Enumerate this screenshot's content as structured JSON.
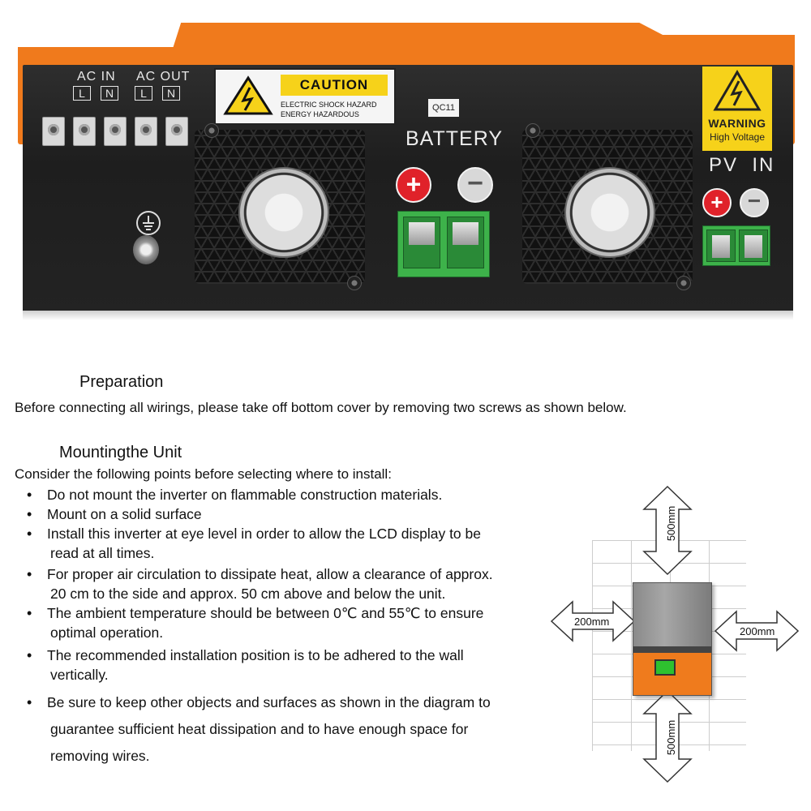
{
  "photo": {
    "ac_in_label": "AC IN",
    "ac_out_label": "AC OUT",
    "ac_in_terminals": [
      "L",
      "N"
    ],
    "ac_out_terminals": [
      "L",
      "N"
    ],
    "caution_title": "CAUTION",
    "caution_line1": "ELECTRIC SHOCK HAZARD",
    "caution_line2": "ENERGY HAZARDOUS",
    "qc_tag": "QC11",
    "battery_label": "BATTERY",
    "warning_title": "WARNING",
    "warning_subtitle": "High Voltage",
    "pv_in_label": "PV  IN",
    "colors": {
      "housing_orange": "#f07a1c",
      "panel": "#232323",
      "terminal_green": "#3db24a",
      "positive_red": "#e0222a",
      "warning_yellow": "#f6d21a"
    }
  },
  "preparation": {
    "heading": "Preparation",
    "text": "Before connecting all wirings, please take off bottom cover by removing two screws as shown below."
  },
  "mounting": {
    "heading": "Mountingthe Unit",
    "intro": "Consider the following points before selecting where to install:",
    "bullets": [
      {
        "line1": "Do not mount the inverter on flammable construction materials.",
        "line2": ""
      },
      {
        "line1": "Mount on a solid surface",
        "line2": ""
      },
      {
        "line1": "Install this inverter at eye level in order to allow the LCD display to be",
        "line2": "read at all times."
      },
      {
        "line1": "For proper air circulation to dissipate heat, allow a clearance of approx.",
        "line2": "20 cm to the side and approx. 50 cm above and below the unit."
      },
      {
        "line1": "The ambient temperature should be between 0℃ and 55℃ to ensure",
        "line2": "optimal operation."
      },
      {
        "line1": "The recommended installation position is to be adhered to the wall",
        "line2": "vertically."
      },
      {
        "line1": "Be sure to keep other objects and surfaces as shown in the diagram to",
        "line2": "guarantee sufficient heat dissipation and to have enough space for",
        "line3": "removing wires."
      }
    ]
  },
  "diagram": {
    "top_label": "500mm",
    "bottom_label": "500mm",
    "left_label": "200mm",
    "right_label": "200mm"
  }
}
